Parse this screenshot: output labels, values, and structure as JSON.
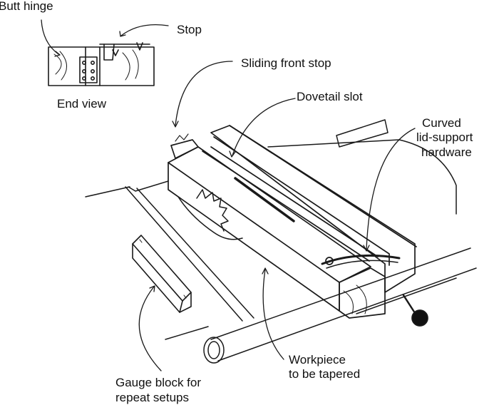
{
  "labels": {
    "butt_hinge": "Butt hinge",
    "stop": "Stop",
    "end_view": "End view",
    "sliding_front_stop": "Sliding front stop",
    "dovetail_slot": "Dovetail slot",
    "curved_hardware_line1": "Curved",
    "curved_hardware_line2": "lid-support",
    "curved_hardware_line3": "hardware",
    "workpiece_line1": "Workpiece",
    "workpiece_line2": "to be tapered",
    "gauge_line1": "Gauge block for",
    "gauge_line2": "repeat setups"
  },
  "colors": {
    "ink": "#1a1a1a",
    "paper": "#ffffff"
  }
}
